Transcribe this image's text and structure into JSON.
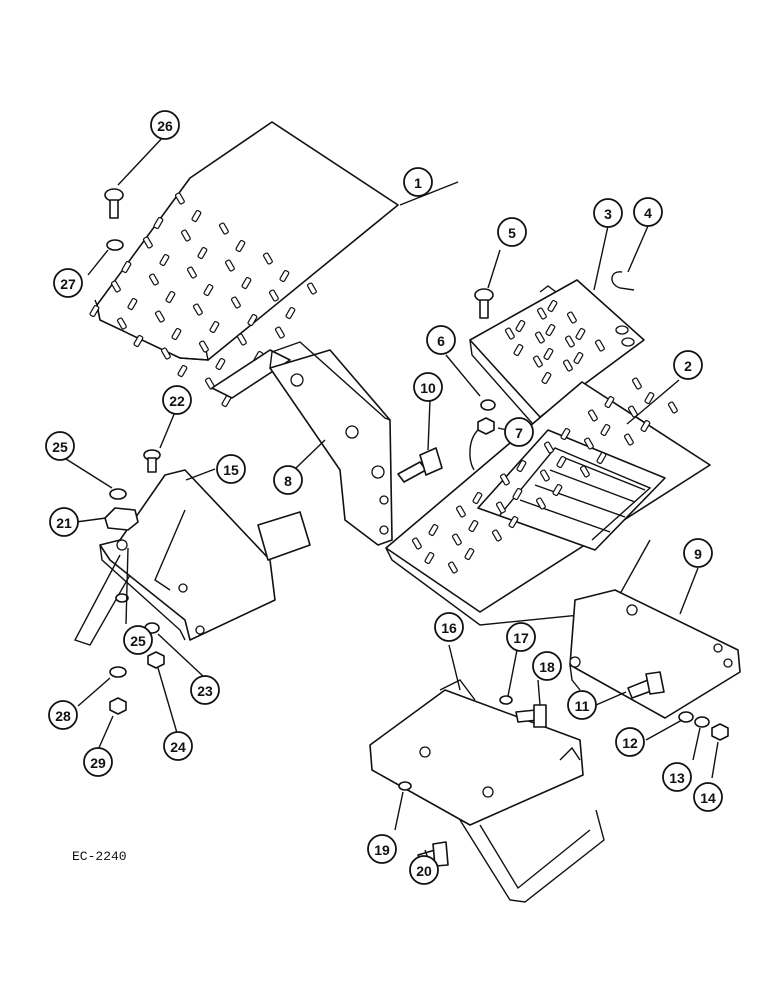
{
  "drawing_code": "EC-2240",
  "callouts": [
    {
      "number": "1"
    },
    {
      "number": "2"
    },
    {
      "number": "3"
    },
    {
      "number": "4"
    },
    {
      "number": "5"
    },
    {
      "number": "6"
    },
    {
      "number": "7"
    },
    {
      "number": "8"
    },
    {
      "number": "9"
    },
    {
      "number": "10"
    },
    {
      "number": "11"
    },
    {
      "number": "12"
    },
    {
      "number": "13"
    },
    {
      "number": "14"
    },
    {
      "number": "15"
    },
    {
      "number": "16"
    },
    {
      "number": "17"
    },
    {
      "number": "18"
    },
    {
      "number": "19"
    },
    {
      "number": "20"
    },
    {
      "number": "21"
    },
    {
      "number": "22"
    },
    {
      "number": "23"
    },
    {
      "number": "24"
    },
    {
      "number": "25"
    },
    {
      "number": "25"
    },
    {
      "number": "26"
    },
    {
      "number": "27"
    },
    {
      "number": "28"
    },
    {
      "number": "29"
    }
  ]
}
